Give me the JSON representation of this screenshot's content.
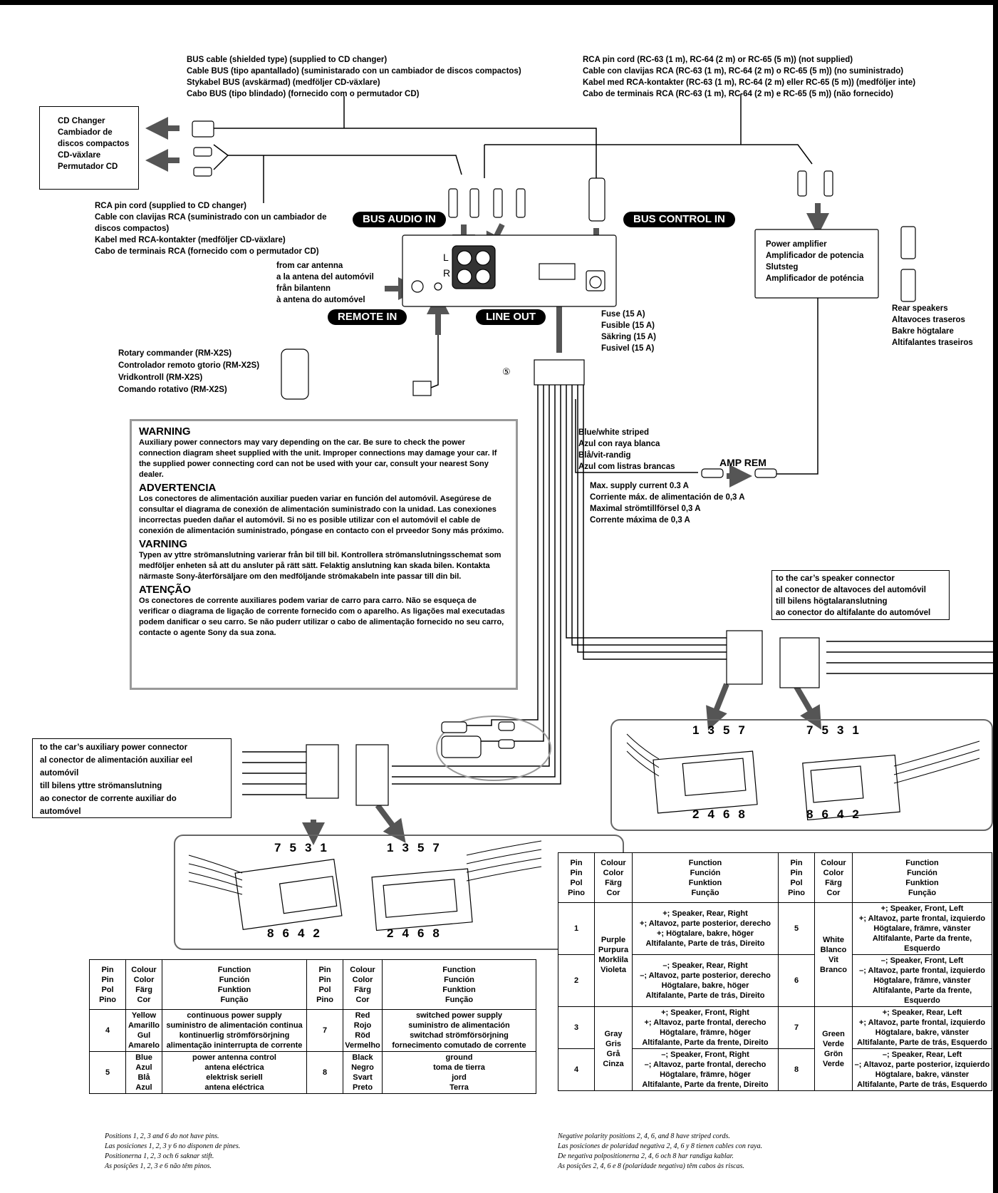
{
  "bus_cable": [
    "BUS cable (shielded type) (supplied to CD changer)",
    "Cable BUS (tipo apantallado) (suministarado con un cambiador de discos compactos)",
    "Stykabel BUS (avskärmad) (medföljer CD-växlare)",
    "Cabo BUS (tipo blindado) (fornecido com o permutador CD)"
  ],
  "rca_cord_top": [
    "RCA pin cord (RC-63 (1 m), RC-64 (2 m) or RC-65 (5 m)) (not supplied)",
    "Cable con clavijas RCA (RC-63 (1 m), RC-64 (2 m) o RC-65 (5 m)) (no suministrado)",
    "Kabel med RCA-kontakter (RC-63 (1 m), RC-64 (2 m) eller RC-65 (5 m)) (medföljer inte)",
    "Cabo de terminais RCA (RC-63 (1 m), RC-64 (2 m) e RC-65 (5 m)) (não fornecido)"
  ],
  "cd_changer": [
    "CD Changer",
    "Cambiador de",
    "discos compactos",
    "CD-växlare",
    "Permutador CD"
  ],
  "rca_cord_changer": [
    "RCA pin cord (supplied to CD changer)",
    "Cable con clavijas RCA (suministrado con un cambiador de",
    "discos compactos)",
    "Kabel med RCA-kontakter (medföljer CD-växlare)",
    "Cabo de terminais RCA (fornecido com o permutador CD)"
  ],
  "badges": {
    "bus_audio_in": "BUS AUDIO IN",
    "bus_control_in": "BUS CONTROL IN",
    "remote_in": "REMOTE IN",
    "line_out": "LINE OUT",
    "amp_rem": "AMP REM"
  },
  "lr": {
    "l": "L",
    "r": "R"
  },
  "car_antenna": [
    "from car antenna",
    "a la antena del automóvil",
    "från bilantenn",
    "à antena do automóvel"
  ],
  "power_amp": [
    "Power amplifier",
    "Amplificador de potencia",
    "Slutsteg",
    "Amplificador de poténcia"
  ],
  "rear_speakers": [
    "Rear speakers",
    "Altavoces traseros",
    "Bakre högtalare",
    "Altifalantes traseiros"
  ],
  "fuse": [
    "Fuse (15 A)",
    "Fusible (15 A)",
    "Säkring (15 A)",
    "Fusivel (15 A)"
  ],
  "rotary": [
    "Rotary commander (RM-X2S)",
    "Controlador remoto gtorio (RM-X2S)",
    "Vridkontroll (RM-X2S)",
    "Comando rotativo (RM-X2S)"
  ],
  "circle5": "⑤",
  "blue_white": [
    "Blue/white striped",
    "Azul con raya blanca",
    "Blå/vit-randig",
    "Azul com listras brancas"
  ],
  "max_current": [
    "Max. supply current 0.3 A",
    "Corriente máx. de alimentación de 0,3 A",
    "Maximal strömtillförsel 0,3 A",
    "Corrente máxima de 0,3 A"
  ],
  "warning": {
    "en_title": "WARNING",
    "en_text": "Auxiliary power connectors may vary depending on the car.\nBe sure to check the power connection diagram sheet supplied with the unit. Improper connections may damage your car. If the supplied power connecting cord can not be used with your car, consult your nearest Sony dealer.",
    "es_title": "ADVERTENCIA",
    "es_text": "Los conectores de alimentación auxiliar pueden variar en función del automóvil. Asegúrese de consultar el diagrama de conexión de alimentación suministrado con la unidad. Las conexiones incorrectas pueden dañar el automóvil. Si no es posible utilizar con el automóvil el cable de conexión de alimentación suministrado, póngase en contacto con el prveedor Sony más próximo.",
    "sv_title": "VARNING",
    "sv_text": "Typen av yttre strömanslutning varierar från bil till bil. Kontrollera strömanslutningsschemat som medföljer enheten så att du ansluter på rätt sätt. Felaktig anslutning kan skada bilen. Kontakta närmaste Sony-återförsäljare om den medföljande strömakabeln inte passar till din bil.",
    "pt_title": "ATENÇÃO",
    "pt_text": "Os conectores de corrente auxiliares podem variar de carro para carro. Não se esqueça de verificar o diagrama de ligação de corrente fornecido com o aparelho. As ligações mal executadas podem danificar o seu carro. Se não puderr utilizar o cabo de alimentação fornecido no seu carro, contacte o agente Sony da sua zona."
  },
  "speaker_connector": [
    "to the car’s speaker connector",
    "al conector de altavoces del automóvil",
    "till bilens högtalaranslutning",
    "ao conector do altifalante do automóvel"
  ],
  "aux_connector": [
    "to the car’s auxiliary power connector",
    "al conector de alimentación auxiliar eel",
    "automóvil",
    "till bilens yttre strömanslutning",
    "ao conector de corrente auxiliar do",
    "automóvel"
  ],
  "pin_labels": {
    "top_left": [
      "1",
      "3",
      "5",
      "7"
    ],
    "bottom_left": [
      "2",
      "4",
      "6",
      "8"
    ],
    "top_right": [
      "7",
      "5",
      "3",
      "1"
    ],
    "bottom_right": [
      "8",
      "6",
      "4",
      "2"
    ]
  },
  "table_header": {
    "pin": [
      "Pin",
      "Pin",
      "Pol",
      "Pino"
    ],
    "colour": [
      "Colour",
      "Color",
      "Färg",
      "Cor"
    ],
    "function": [
      "Function",
      "Función",
      "Funktion",
      "Função"
    ]
  },
  "left_table": [
    {
      "pin": "4",
      "colour": [
        "Yellow",
        "Amarillo",
        "Gul",
        "Amarelo"
      ],
      "function": [
        "continuous power supply",
        "suministro de alimentación continua",
        "kontinuerlig strömförsörjning",
        "alimentação ininterrupta de corrente"
      ],
      "pin2": "7",
      "colour2": [
        "Red",
        "Rojo",
        "Röd",
        "Vermelho"
      ],
      "function2": [
        "switched power supply",
        "suministro de alimentación",
        "switchad strömförsörjning",
        "fornecimento comutado de corrente"
      ]
    },
    {
      "pin": "5",
      "colour": [
        "Blue",
        "Azul",
        "Blå",
        "Azul"
      ],
      "function": [
        "power antenna control",
        "antena eléctrica",
        "elektrisk seriell",
        "antena eléctrica"
      ],
      "pin2": "8",
      "colour2": [
        "Black",
        "Negro",
        "Svart",
        "Preto"
      ],
      "function2": [
        "ground",
        "toma de tierra",
        "jord",
        "Terra"
      ]
    }
  ],
  "right_table": {
    "colours": {
      "purple": [
        "Purple",
        "Purpura",
        "Morklila",
        "Violeta"
      ],
      "white": [
        "White",
        "Blanco",
        "Vit",
        "Branco"
      ],
      "gray": [
        "Gray",
        "Gris",
        "Grå",
        "Cinza"
      ],
      "green": [
        "Green",
        "Verde",
        "Grön",
        "Verde"
      ]
    },
    "rows": [
      {
        "pin": "1",
        "function": [
          "+; Speaker, Rear, Right",
          "+; Altavoz, parte posterior, derecho",
          "+; Högtalare, bakre, höger",
          "Altifalante, Parte de trás, Direito"
        ],
        "pin2": "5",
        "function2": [
          "+; Speaker, Front, Left",
          "+; Altavoz, parte frontal, izquierdo",
          "Högtalare, främre, vänster",
          "Altifalante, Parte da frente, Esquerdo"
        ]
      },
      {
        "pin": "2",
        "function": [
          "–; Speaker, Rear, Right",
          "–; Altavoz, parte posterior, derecho",
          "Högtalare, bakre, höger",
          "Altifalante, Parte de trás, Direito"
        ],
        "pin2": "6",
        "function2": [
          "–; Speaker, Front, Left",
          "–; Altavoz, parte frontal, izquierdo",
          "Högtalare, främre, vänster",
          "Altifalante, Parte da frente, Esquerdo"
        ]
      },
      {
        "pin": "3",
        "function": [
          "+; Speaker, Front, Right",
          "+; Altavoz, parte frontal, derecho",
          "Högtalare, främre, höger",
          "Altifalante, Parte da frente, Direito"
        ],
        "pin2": "7",
        "function2": [
          "+; Speaker, Rear, Left",
          "+; Altavoz, parte frontal, izquierdo",
          "Högtalare, bakre, vänster",
          "Altifalante, Parte de trás, Esquerdo"
        ]
      },
      {
        "pin": "4",
        "function": [
          "–; Speaker, Front, Right",
          "–; Altavoz, parte frontal, derecho",
          "Högtalare, främre, höger",
          "Altifalante, Parte da frente, Direito"
        ],
        "pin2": "8",
        "function2": [
          "–; Speaker, Rear, Left",
          "–; Altavoz, parte posterior, izquierdo",
          "Högtalare, bakre, vänster",
          "Altifalante, Parte de trás, Esquerdo"
        ]
      }
    ]
  },
  "note_left": [
    "Positions 1, 2, 3 and 6 do not have pins.",
    "Las posiciones 1, 2, 3 y 6 no disponen de pines.",
    "Positionerna 1, 2, 3 och 6 saknar stift.",
    "As posições 1, 2, 3 e 6 não têm pinos."
  ],
  "note_right": [
    "Negative polarity positions 2, 4, 6, and 8 have striped cords.",
    "Las posiciones de polaridad negativa 2, 4, 6 y 8 tienen cables con raya.",
    "De negativa polpositionerna 2, 4, 6 och 8 har randiga kablar.",
    "As posições 2, 4, 6 e 8 (polaridade negativa) têm cabos às riscas."
  ],
  "colors": {
    "arrow": "#555555",
    "badge": "#000000",
    "panel_border": "#999999"
  }
}
